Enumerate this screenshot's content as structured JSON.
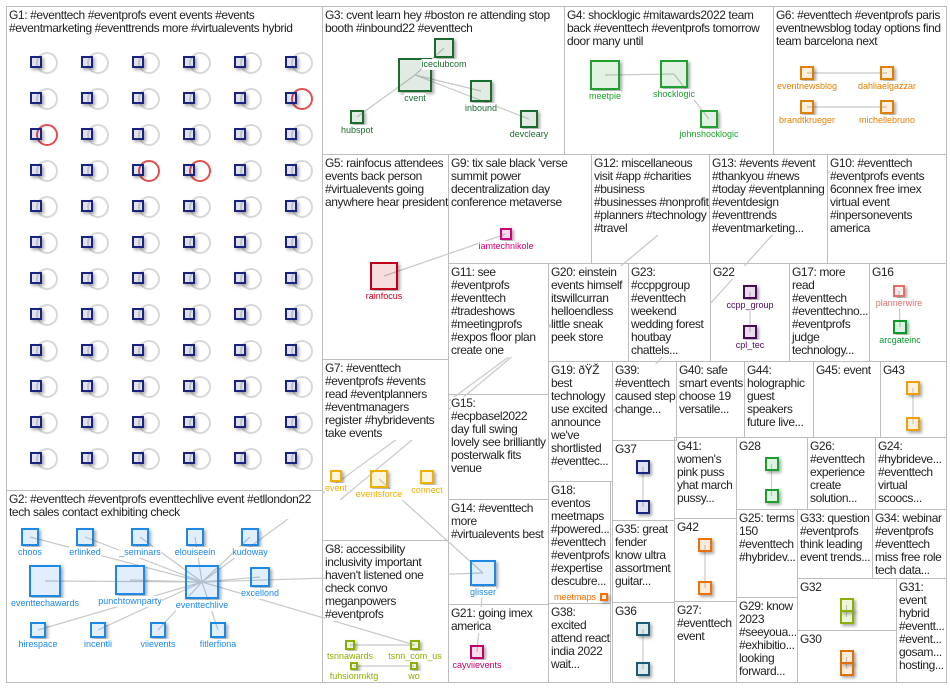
{
  "colors": {
    "border": "#bdbdbd",
    "edge": "#c8c8c8",
    "loop_highlight": "#e05050"
  },
  "groups": [
    {
      "id": "G1",
      "label": "G1: #eventtech #eventprofs event events #events #eventmarketing #eventtrends more #virtualevents hybrid",
      "color": "#1a237e",
      "nodes": []
    },
    {
      "id": "G2",
      "label": "G2: #eventtech #eventprofs eventtechlive event #etllondon22 tech sales contact exhibiting check",
      "color": "#1e88e5",
      "nodes": [
        "eventtechlive",
        "eventtechawards",
        "punchtownparty",
        "excellond",
        "choos",
        "erlinked",
        "_seminars",
        "elouiseein",
        "kudoway",
        "hirespace",
        "incentli",
        "viievents",
        "fitlerfiona"
      ]
    },
    {
      "id": "G3",
      "label": "G3: cvent learn hey #boston re attending stop booth #inbound22 #eventtech",
      "color": "#1b6b2f",
      "nodes": [
        "cvent",
        "hubspot",
        "iceclubcom",
        "inbound",
        "devcleary"
      ]
    },
    {
      "id": "G4",
      "label": "G4: shocklogic #mitawards2022 team back #eventtech #eventprofs tomorrow door many until",
      "color": "#1fa02f",
      "nodes": [
        "meetpie",
        "shocklogic",
        "johnshocklogic"
      ]
    },
    {
      "id": "G6",
      "label": "G6: #eventtech #eventprofs paris eventnewsblog today options find team barcelona next",
      "color": "#e08000",
      "nodes": [
        "eventnewsblog",
        "dahliaelgazzar",
        "brandtkrueger",
        "michellebruno"
      ]
    },
    {
      "id": "G5",
      "label": "G5: rainfocus attendees events back person #virtualevents going anywhere hear president",
      "color": "#c0001a",
      "nodes": [
        "rainfocus"
      ]
    },
    {
      "id": "G9",
      "label": "G9: tix sale black 'verse summit power decentralization day conference metaverse",
      "color": "#d0007a",
      "nodes": [
        "iamtechnikole"
      ]
    },
    {
      "id": "G12",
      "label": "G12: miscellaneous visit #app #charities #business #businesses #nonprofit #planners #technology #travel",
      "color": "#4a6fa0",
      "nodes": []
    },
    {
      "id": "G13",
      "label": "G13: #events #event #thankyou #news #today #eventplanning #eventdesign #eventtrends #eventmarketing...",
      "color": "#6a6aaa",
      "nodes": []
    },
    {
      "id": "G10",
      "label": "G10: #eventtech #eventprofs events 6connex free imex virtual event #inpersonevents america",
      "color": "#7a3aa0",
      "nodes": []
    },
    {
      "id": "G11",
      "label": "G11: see #eventprofs #eventtech #tradeshows #meetingprofs #expos floor plan create one",
      "color": "#6a3ad0",
      "nodes": []
    },
    {
      "id": "G20",
      "label": "G20: einstein events himself itswillcurran helloendless little sneak peek store",
      "color": "#9acd32",
      "nodes": []
    },
    {
      "id": "G23",
      "label": "G23: #ccppgroup #eventtech weekend wedding forest houtbay chattels...",
      "color": "#9a7ad0",
      "nodes": []
    },
    {
      "id": "G22",
      "label": "G22",
      "color": "#4a0a5a",
      "nodes": [
        "ccpp_group",
        "cpl_tec"
      ]
    },
    {
      "id": "G17",
      "label": "G17: more read #eventtech #eventtechno... #eventprofs judge technology...",
      "color": "#e07070",
      "nodes": [
        "plannerwire"
      ]
    },
    {
      "id": "G16",
      "label": "G16",
      "color": "#0a9a2a",
      "nodes": [
        "arcgateinc"
      ]
    },
    {
      "id": "G7",
      "label": "G7: #eventtech #eventprofs #events read #eventplanners #eventmanagers register #hybridevents take events",
      "color": "#f0b000",
      "nodes": [
        "eventsforce",
        "event",
        "connect"
      ]
    },
    {
      "id": "G15",
      "label": "G15: #ecpbasel2022 day full swing lovely see brilliantly posterwalk fits venue",
      "color": "#1a6a3a",
      "nodes": []
    },
    {
      "id": "G19",
      "label": "G19: ðŸŽ best technology use excited announce we've shortlisted #eventtec...",
      "color": "#f0c060",
      "nodes": []
    },
    {
      "id": "G39",
      "label": "G39: #eventtech caused step change...",
      "color": "#8aba8a",
      "nodes": []
    },
    {
      "id": "G40",
      "label": "G40: safe smart events choose 19 versatile...",
      "color": "#6ac06a",
      "nodes": []
    },
    {
      "id": "G44",
      "label": "G44: holographic guest speakers future live...",
      "color": "#9aca6a",
      "nodes": []
    },
    {
      "id": "G45",
      "label": "G45: event",
      "color": "#d0006a",
      "nodes": []
    },
    {
      "id": "G43",
      "label": "G43",
      "color": "#f0a000",
      "nodes": []
    },
    {
      "id": "G8",
      "label": "G8: accessibility inclusivity important haven't listened one check convo meganpowers #eventprofs",
      "color": "#8ab000",
      "nodes": [
        "tsnnawards",
        "fuhsionmktg",
        "wo",
        "tsnn_com_us"
      ]
    },
    {
      "id": "G14",
      "label": "G14: #eventtech more #virtualevents best",
      "color": "#1e88e5",
      "nodes": [
        "glisser"
      ]
    },
    {
      "id": "G21",
      "label": "G21: going imex america",
      "color": "#c0006a",
      "nodes": [
        "cayviievents"
      ]
    },
    {
      "id": "G18",
      "label": "G18: eventos meetmaps #powered... #eventtech #eventprofs #expertise descubre...",
      "color": "#f07000",
      "nodes": [
        "meetmaps"
      ]
    },
    {
      "id": "G38",
      "label": "G38: excited attend react india 2022 wait...",
      "color": "#6aa0e0",
      "nodes": []
    },
    {
      "id": "G37",
      "label": "G37",
      "color": "#1a237e",
      "nodes": []
    },
    {
      "id": "G35",
      "label": "G35: great fender know ultra assortment guitar...",
      "color": "#9a7ad0",
      "nodes": []
    },
    {
      "id": "G36",
      "label": "G36",
      "color": "#1a5a7a",
      "nodes": []
    },
    {
      "id": "G41",
      "label": "G41: women's pink puss yhat march pussy...",
      "color": "#e07070",
      "nodes": []
    },
    {
      "id": "G42",
      "label": "G42",
      "color": "#f07000",
      "nodes": []
    },
    {
      "id": "G27",
      "label": "G27: #eventtech event",
      "color": "#1a6a3a",
      "nodes": []
    },
    {
      "id": "G28",
      "label": "G28",
      "color": "#1aa02a",
      "nodes": []
    },
    {
      "id": "G26",
      "label": "G26: #eventtech experience create solution...",
      "color": "#6ab0e0",
      "nodes": []
    },
    {
      "id": "G24",
      "label": "G24: #hybrideve... #eventtech virtual scoocs...",
      "color": "#e07ab0",
      "nodes": []
    },
    {
      "id": "G25",
      "label": "G25: terms 150 #eventtech #hybridev...",
      "color": "#1a237e",
      "nodes": []
    },
    {
      "id": "G29",
      "label": "G29: know 2023 #seeyoua... #exhibitio... looking forward...",
      "color": "#e07070",
      "nodes": []
    },
    {
      "id": "G33",
      "label": "G33: question #eventprofs think leading event trends...",
      "color": "#e07ab0",
      "nodes": []
    },
    {
      "id": "G34",
      "label": "G34: webinar #eventprofs #eventtech miss free role tech data...",
      "color": "#9a7ad0",
      "nodes": []
    },
    {
      "id": "G32",
      "label": "G32",
      "color": "#8ab000",
      "nodes": []
    },
    {
      "id": "G30",
      "label": "G30",
      "color": "#e07000",
      "nodes": []
    },
    {
      "id": "G31",
      "label": "G31: event hybrid #eventt... #event... gosam... hosting...",
      "color": "#f0c000",
      "nodes": []
    }
  ]
}
